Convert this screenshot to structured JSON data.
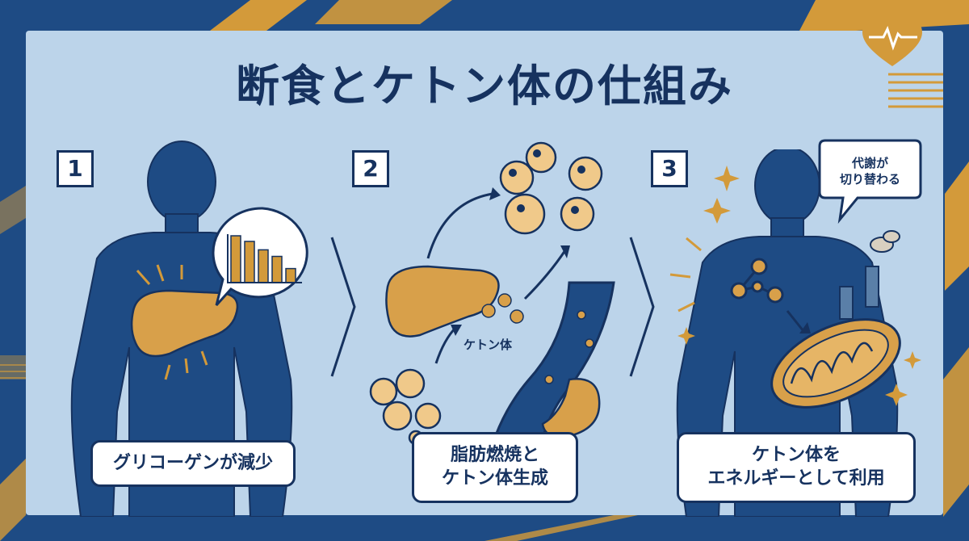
{
  "title": "断食とケトン体の仕組み",
  "steps": [
    {
      "number": "1",
      "caption": "グリコーゲンが減少"
    },
    {
      "number": "2",
      "caption_line1": "脂肪燃焼と",
      "caption_line2": "ケトン体生成",
      "label": "ケトン体"
    },
    {
      "number": "3",
      "caption_line1": "ケトン体を",
      "caption_line2": "エネルギーとして利用",
      "bubble_line1": "代謝が",
      "bubble_line2": "切り替わる"
    }
  ],
  "chart_data": {
    "type": "bar",
    "categories": [
      "",
      "",
      "",
      "",
      ""
    ],
    "values": [
      100,
      88,
      70,
      56,
      30
    ],
    "title": "",
    "xlabel": "",
    "ylabel": ""
  },
  "colors": {
    "panel": "#bcd4ea",
    "navy": "#16325f",
    "body": "#1e4b84",
    "accent": "#d39a3a",
    "organ": "#d8a04a"
  },
  "icons": [
    "heart-pulse-icon",
    "liver-icon",
    "fat-cell-icon",
    "molecule-icon",
    "mitochondria-icon",
    "sparkle-icon",
    "chevron-right-icon"
  ]
}
